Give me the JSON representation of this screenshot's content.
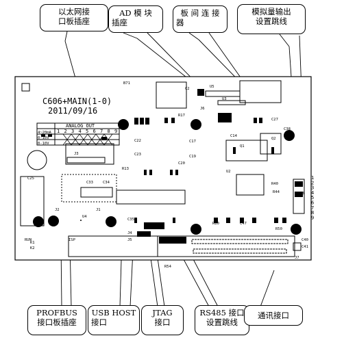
{
  "board": {
    "model_line1": "C606+MAIN(1-0)",
    "model_line2": "2011/09/16",
    "analog_out_label": "ANALOG OUT",
    "analog_out_cols": [
      "1",
      "2",
      "3",
      "4",
      "5",
      "6",
      "7",
      "8",
      "9"
    ],
    "analog_out_rows": [
      "4~20mA",
      "0-10V",
      "0-10V"
    ],
    "jumper_numbers": [
      "1",
      "2",
      "3",
      "4",
      "5",
      "6",
      "7",
      "8",
      "9"
    ],
    "small_labels": {
      "B71": "B71",
      "C2": "C2",
      "U5": "U5",
      "J6": "J6",
      "U3": "U3",
      "R17": "R17",
      "Q1": "Q1",
      "Q2": "Q2",
      "U2": "U2",
      "U4": "U4",
      "J3": "J3",
      "J1": "J1",
      "J2": "J2",
      "J4": "J4",
      "J5": "J5",
      "C22": "C22",
      "C23": "C23",
      "C20": "C20",
      "C19": "C19",
      "C17": "C17",
      "C14": "C14",
      "C25": "C25",
      "C33": "C33",
      "C34": "C34",
      "C38": "C38",
      "R13": "R13",
      "R40": "R40",
      "R44": "R44",
      "R50": "R50",
      "R54": "R54",
      "C40": "C40",
      "C41": "C41",
      "C5": "C5",
      "K1": "K1",
      "K2": "K2",
      "RUN": "RUN",
      "ISP": "ISP",
      "J7": "J7",
      "JP3": "JP3",
      "R80": "R80",
      "C47": "C47",
      "C35": "C35",
      "C27": "C27"
    }
  },
  "callouts": {
    "ethernet": [
      "以太网接",
      "口板插座"
    ],
    "ad_module": [
      "AD 模 块",
      "插座"
    ],
    "board_connector": [
      "板 间 连 接",
      "器"
    ],
    "analog_out_jumper": [
      "模拟量输出",
      "设置跳线"
    ],
    "profibus": [
      "PROFBUS",
      "接口板插座"
    ],
    "usb_host": [
      "USB   HOST",
      "接口"
    ],
    "jtag": [
      "JTAG",
      "接口"
    ],
    "rs485": [
      "RS485 接口",
      "设置跳线"
    ],
    "comm": [
      "通讯接口"
    ]
  }
}
